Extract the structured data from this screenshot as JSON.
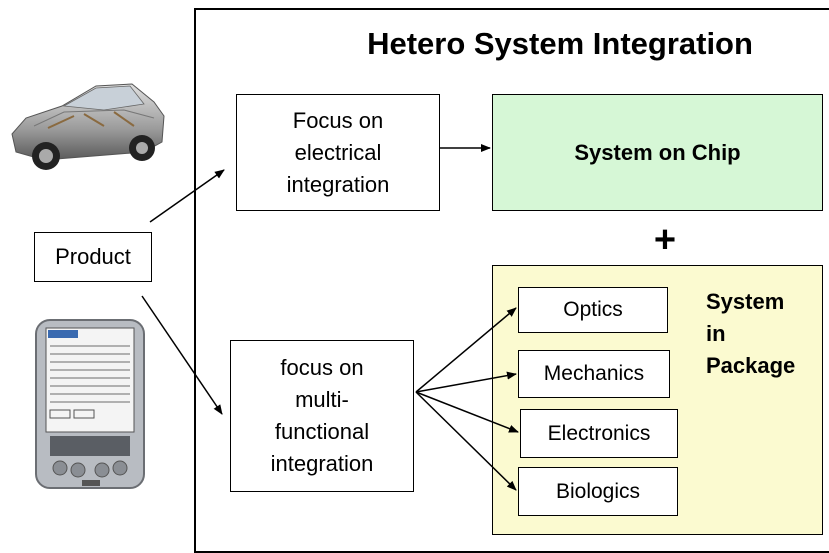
{
  "title": "Hetero System Integration",
  "product_label": "Product",
  "electrical_box": {
    "lines": [
      "Focus on",
      "electrical",
      "integration"
    ]
  },
  "multi_box": {
    "lines": [
      "focus on",
      "multi-",
      "functional",
      "integration"
    ]
  },
  "soc_label": "System on Chip",
  "plus_sign": "+",
  "sip": {
    "label_lines": [
      "System",
      "in",
      "Package"
    ],
    "items": [
      "Optics",
      "Mechanics",
      "Electronics",
      "Biologics"
    ]
  },
  "colors": {
    "soc_fill": "#d6f7d6",
    "sip_fill": "#fbfad0"
  },
  "images": [
    "car-photo",
    "pda-device-photo"
  ]
}
